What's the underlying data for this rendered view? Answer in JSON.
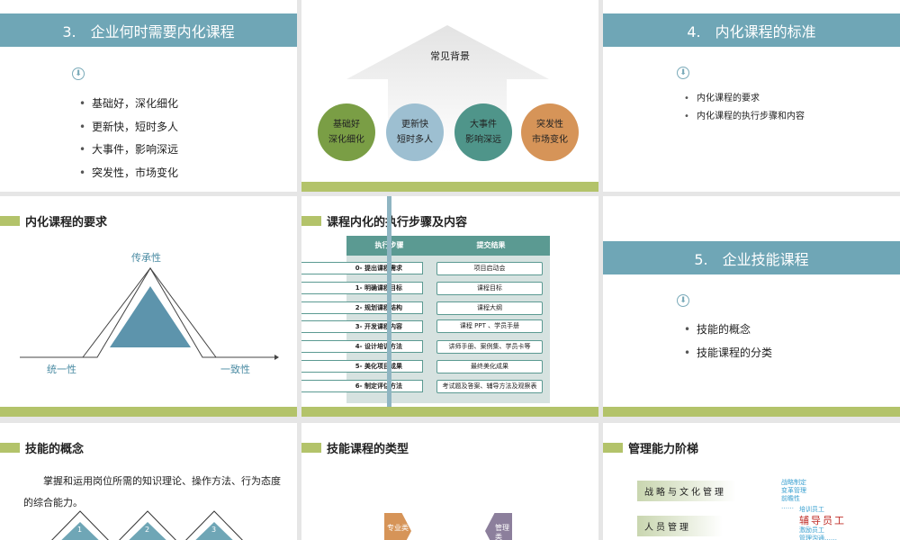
{
  "slides": {
    "s1": {
      "header": "3.　企业何时需要内化课程",
      "icon": "download-circle-icon",
      "items": [
        "基础好，深化细化",
        "更新快，短时多人",
        "大事件，影响深远",
        "突发性，市场变化"
      ]
    },
    "s2": {
      "arrow_label": "常见背景",
      "circles": [
        {
          "text": "基础好\n深化细化",
          "color": "#7a9e45"
        },
        {
          "text": "更新快\n短时多人",
          "color": "#9dbfd1"
        },
        {
          "text": "大事件\n影响深远",
          "color": "#4f958a"
        },
        {
          "text": "突发性\n市场变化",
          "color": "#d69458"
        }
      ]
    },
    "s3": {
      "header": "4.　内化课程的标准",
      "items": [
        "内化课程的要求",
        "内化课程的执行步骤和内容"
      ]
    },
    "s4": {
      "title": "内化课程的要求",
      "top": "传承性",
      "left": "统一性",
      "right": "一致性"
    },
    "s5": {
      "title": "课程内化的执行步骤及内容",
      "col1": "执行步骤",
      "col2": "提交结果",
      "steps": [
        "0- 提出课程需求",
        "1- 明确课程目标",
        "2- 规划课程结构",
        "3- 开发课程内容",
        "4- 设计培训方法",
        "5- 美化项目成果",
        "6- 制定评估方法"
      ],
      "results": [
        "项目启动会",
        "课程目标",
        "课程大纲",
        "课程 PPT 、学员手册",
        "讲师手册、案例集、学员卡等",
        "最终美化成果",
        "考试题及答案、辅导方法及观察表"
      ]
    },
    "s6": {
      "header": "5.　企业技能课程",
      "items": [
        "技能的概念",
        "技能课程的分类"
      ]
    },
    "s7": {
      "title": "技能的概念",
      "body": "掌握和运用岗位所需的知识理论、操作方法、行为态度的综合能力。",
      "nums": [
        "1",
        "2",
        "3"
      ]
    },
    "s8": {
      "title": "技能课程的类型",
      "left": "专业类",
      "right": "管理类"
    },
    "s9": {
      "title": "管理能力阶梯",
      "levels": [
        "战略与文化管理",
        "人员管理"
      ],
      "notes1": "战略制定\n变革管理\n前瞻性\n……",
      "notes2a": "培训员工",
      "notes2b": "辅导员工",
      "notes2c": "激励员工\n管理沟通……"
    }
  },
  "colors": {
    "accent_teal": "#6fa6b6",
    "accent_green": "#b3c36a"
  }
}
